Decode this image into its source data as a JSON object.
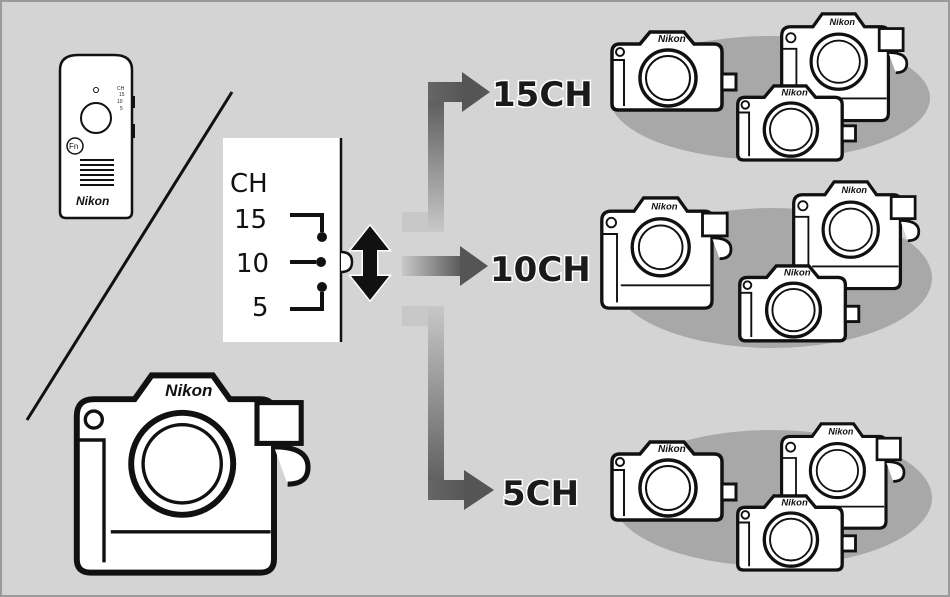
{
  "remote": {
    "brand": "Nikon",
    "fn_label": "Fn",
    "mini_ch": "CH",
    "mini_15": "15",
    "mini_10": "10",
    "mini_5": "5"
  },
  "switch_panel": {
    "title": "CH",
    "positions": [
      "15",
      "10",
      "5"
    ]
  },
  "outputs": [
    {
      "label": "15CH"
    },
    {
      "label": "10CH"
    },
    {
      "label": "5CH"
    }
  ],
  "camera_brand": "Nikon",
  "colors": {
    "background": "#d4d4d4",
    "ellipse": "#a8a8a8",
    "camera_body": "#ffffff",
    "outline": "#111111",
    "arrow_dark": "#555555",
    "arrow_light": "#b0b0b0"
  }
}
